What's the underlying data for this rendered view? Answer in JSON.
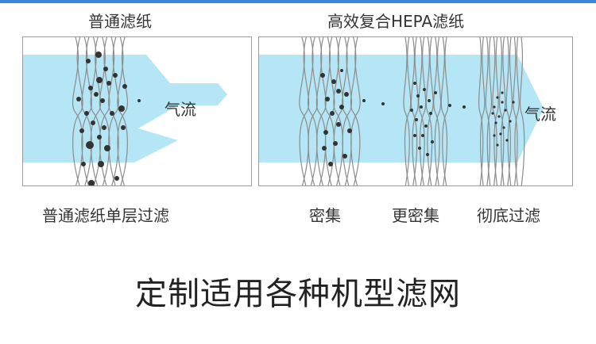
{
  "accent_color": "#3a86d8",
  "airflow_color": "#b4e6f5",
  "fiber_color": "#8c8c8c",
  "particle_color": "#333333",
  "left_panel": {
    "title": "普通滤纸",
    "airflow_label": "气流",
    "caption": "普通滤纸单层过滤"
  },
  "right_panel": {
    "title": "高效复合HEPA滤纸",
    "airflow_label": "气流",
    "captions": [
      "密集",
      "更密集",
      "彻底过滤"
    ]
  },
  "footer": {
    "title": "定制适用各种机型滤网"
  }
}
